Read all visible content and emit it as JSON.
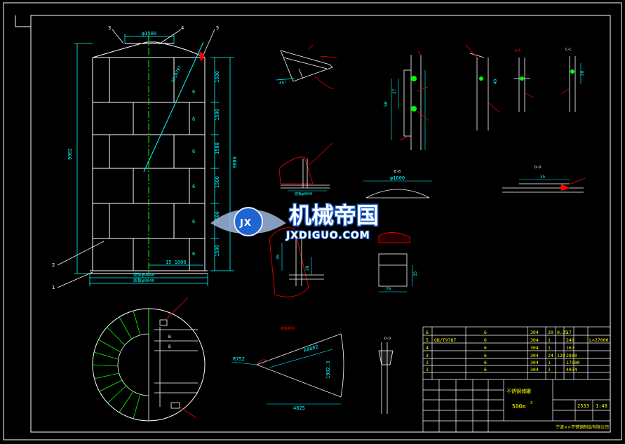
{
  "colors": {
    "background": "#000000",
    "frame": "#ffffff",
    "outline": "#ffffff",
    "dimension": "#00ffff",
    "centerline": "#00ff00",
    "leader": "#ff0000",
    "fill_red": "#ff0000",
    "table": "#ffffff",
    "table_text": "#ffff00",
    "watermark_blue": "#1e64d2",
    "watermark_white": "#e8eef8"
  },
  "tank": {
    "diameter_top": "φ1500",
    "overall_height": "9982",
    "shell_height": "9000",
    "course_height": "1500",
    "thickness_label": "6",
    "bottom_inner": "15 1000",
    "bottom_dia_1": "筒体φ9040",
    "bottom_dia_2": "底板φ9040",
    "roof_slope": "SR10797",
    "callouts": [
      "1",
      "2",
      "3",
      "4",
      "5"
    ]
  },
  "details": {
    "roof_cap": {
      "diameter": "φ1600",
      "title": "B-B"
    },
    "bottom_ring": {
      "title": "底板排列"
    },
    "plate_a": {
      "dim_1": "70",
      "dim_2": "35"
    },
    "sector": {
      "r_inner": "R752",
      "r_outer": "R4802",
      "chord": "4025",
      "side": "1902.3"
    },
    "section_dd": {
      "title": "D-D"
    },
    "section_aa": {
      "title": "A-A"
    },
    "section_cc": {
      "title": "C-C"
    },
    "weld_top": {
      "label": "40"
    },
    "weld_dims": [
      "50",
      "27",
      "50",
      "40",
      "50"
    ]
  },
  "watermark": {
    "cn": "机械帝国",
    "en": "JXDIGUO.COM",
    "logo": "JX"
  },
  "bom": {
    "rows": [
      [
        "6",
        "",
        "6",
        "304",
        "20",
        "0.25",
        "17",
        ""
      ],
      [
        "5",
        "GB/T9787",
        "6",
        "304",
        "1",
        "",
        "248",
        "L=27000"
      ],
      [
        "4",
        "",
        "6",
        "304",
        "1",
        "",
        "167",
        ""
      ],
      [
        "3",
        "",
        "6",
        "304",
        "24",
        "120",
        "2880",
        ""
      ],
      [
        "2",
        "",
        "6",
        "304",
        "1",
        "",
        "17980",
        ""
      ],
      [
        "1",
        "",
        "6",
        "304",
        "1",
        "",
        "4034",
        ""
      ]
    ],
    "title_line1": "不锈钢储罐",
    "capacity": "500m",
    "capacity_sup": "3",
    "drawing_no": "2533",
    "scale": "1:40",
    "company": "宁波××不锈钢制品有限公司"
  }
}
